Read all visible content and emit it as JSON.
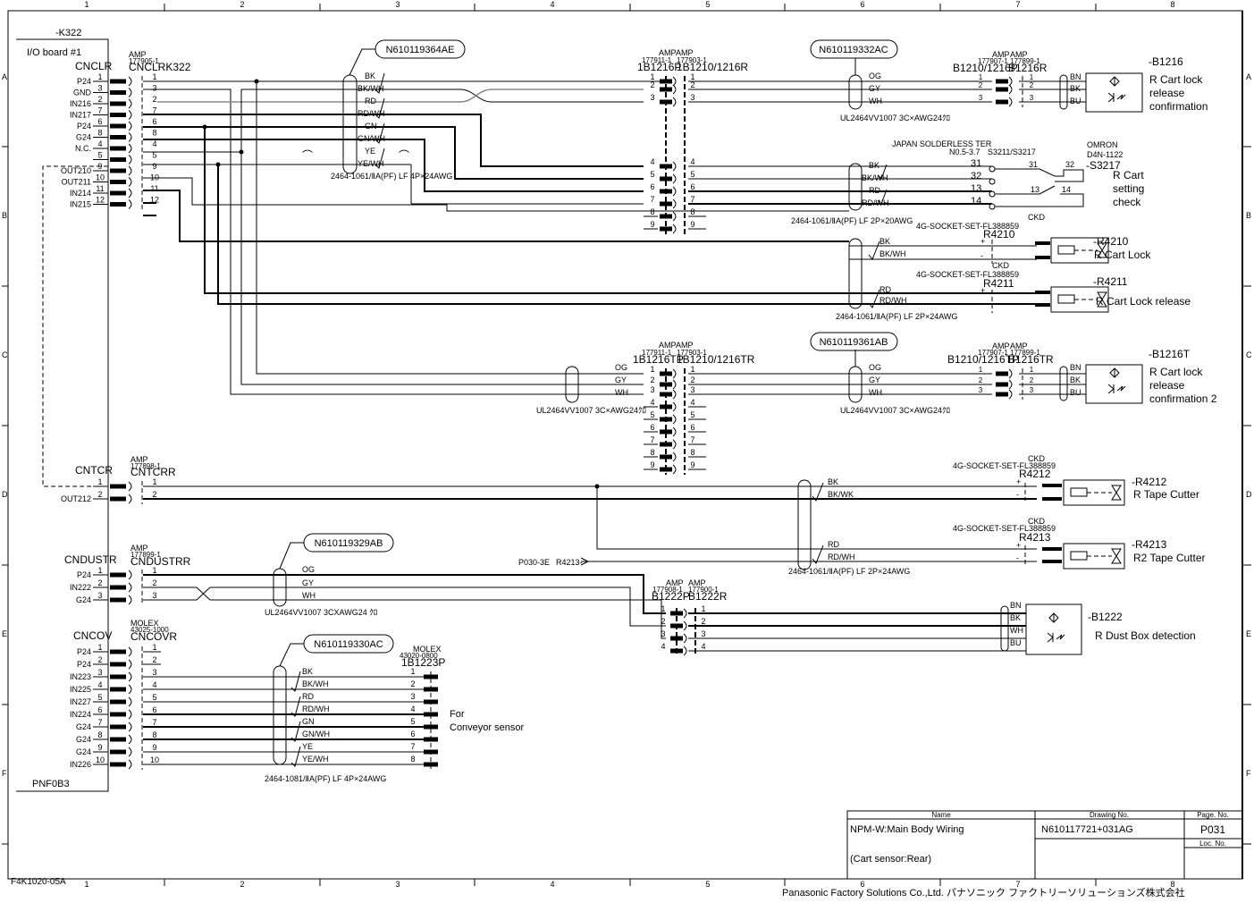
{
  "frame": {
    "columns": [
      "1",
      "2",
      "3",
      "4",
      "5",
      "6",
      "7",
      "8"
    ],
    "rows": [
      "A",
      "B",
      "C",
      "D",
      "E",
      "F"
    ],
    "form_code": "F4K1020-05A",
    "company": "Panasonic Factory Solutions Co.,Ltd. パナソニック ファクトリーソリューションズ株式会社"
  },
  "board": {
    "ref": "-K322",
    "name": "I/O board  #1",
    "part": "PNF0B3"
  },
  "cnclr": {
    "name": "CNCLR",
    "mfr": "AMP",
    "part_no": "177905-1",
    "mate": "CNCLRK322",
    "pins": [
      {
        "sig": "P24",
        "n": "1"
      },
      {
        "sig": "GND",
        "n": "3"
      },
      {
        "sig": "IN216",
        "n": "2"
      },
      {
        "sig": "IN217",
        "n": "7"
      },
      {
        "sig": "P24",
        "n": "6"
      },
      {
        "sig": "G24",
        "n": "8"
      },
      {
        "sig": "N.C.",
        "n": "4"
      },
      {
        "sig": "",
        "n": "5"
      },
      {
        "sig": "OUT210",
        "n": "9"
      },
      {
        "sig": "OUT211",
        "n": "10"
      },
      {
        "sig": "IN214",
        "n": "11"
      },
      {
        "sig": "IN215",
        "n": "12"
      }
    ]
  },
  "cable_364": {
    "id": "N610119364AE",
    "wires": [
      "BK",
      "BK/WH",
      "RD",
      "RD/WH",
      "GN",
      "GN/WH",
      "YE",
      "YE/WH"
    ],
    "spec": "2464-1061/ⅡA(PF) LF 4P×24AWG"
  },
  "conn_1b1216": {
    "mfr_p": "AMP",
    "part_p": "177911-1",
    "name_p": "1B1216P",
    "mfr_r": "AMP",
    "part_r": "177903-1",
    "name_r": "1B1210/1216R",
    "pins": [
      "1",
      "2",
      "3",
      "4",
      "5",
      "6",
      "7",
      "8",
      "9"
    ]
  },
  "cable_332": {
    "id": "N610119332AC",
    "wires": [
      "OG",
      "GY",
      "WH"
    ],
    "spec": "UL2464VV1007 3C×AWG24ｸﾛ"
  },
  "conn_b1216": {
    "mfr_p": "AMP",
    "part_p": "177907-1",
    "name_p": "B1210/1216P",
    "mfr_r": "AMP",
    "part_r": "177899-1",
    "name_r": "B1216R",
    "pins": [
      "1",
      "2",
      "3"
    ],
    "sensor_wires": [
      "BN",
      "BK",
      "BU"
    ]
  },
  "sensor_b1216": {
    "ref": "-B1216",
    "desc1": "R Cart lock",
    "desc2": "release",
    "desc3": "confirmation"
  },
  "switch_s3217": {
    "terminal_mfr": "JAPAN SOLDERLESS TER",
    "terminal_part": "N0.5-3.7",
    "conn_name": "S3211/S3217",
    "terms": [
      "31",
      "32",
      "13",
      "14"
    ],
    "wires": [
      "BK",
      "BK/WH",
      "RD",
      "RD/WH"
    ],
    "spec": "2464-1061/ⅡA(PF) LF 2P×20AWG",
    "mfr": "OMRON",
    "model": "D4N-1122",
    "ref": "-S3217",
    "desc1": "R Cart",
    "desc2": "setting",
    "desc3": "check",
    "contact_a": "31",
    "contact_b": "32",
    "contact_c": "13",
    "contact_d": "14"
  },
  "valve_r4210": {
    "mfr": "CKD",
    "socket": "4G-SOCKET-SET-FL388859",
    "conn": "R4210",
    "wires": [
      "BK",
      "BK/WH"
    ],
    "ref": "-R4210",
    "desc": "R Cart Lock"
  },
  "valve_r4211": {
    "mfr": "CKD",
    "socket": "4G-SOCKET-SET-FL388859",
    "conn": "R4211",
    "wires": [
      "RD",
      "RD/WH"
    ],
    "ref": "-R4211",
    "desc": "R Cart Lock release",
    "spec": "2464-1061/ⅡA(PF) LF 2P×24AWG"
  },
  "polarity": {
    "plus": "+",
    "minus": "-"
  },
  "cable_left_c": {
    "wires": [
      "OG",
      "GY",
      "WH"
    ],
    "spec": "UL2464VV1007 3C×AWG24ｸﾛ"
  },
  "conn_1b1216t": {
    "mfr_p": "AMP",
    "part_p": "177911-1",
    "name_p": "1B1216TP",
    "mfr_r": "AMP",
    "part_r": "177903-1",
    "name_r": "1B1210/1216TR",
    "pins": [
      "1",
      "2",
      "3",
      "4",
      "5",
      "6",
      "7",
      "8",
      "9"
    ]
  },
  "cable_361": {
    "id": "N610119361AB",
    "wires": [
      "OG",
      "GY",
      "WH"
    ],
    "spec": "UL2464VV1007 3C×AWG24ｸﾛ"
  },
  "conn_b1216t": {
    "mfr_p": "AMP",
    "part_p": "177907-1",
    "name_p": "B1210/1216TP",
    "mfr_r": "AMP",
    "part_r": "177899-1",
    "name_r": "B1216TR",
    "pins": [
      "1",
      "2",
      "3"
    ],
    "sensor_wires": [
      "BN",
      "BK",
      "BU"
    ]
  },
  "sensor_b1216t": {
    "ref": "-B1216T",
    "desc1": "R Cart lock",
    "desc2": "release",
    "desc3": "confirmation 2"
  },
  "cntcr": {
    "name": "CNTCR",
    "mfr": "AMP",
    "part_no": "177898-1",
    "mate": "CNTCRR",
    "pins": [
      {
        "sig": "",
        "n": "1"
      },
      {
        "sig": "OUT212",
        "n": "2"
      }
    ]
  },
  "valve_r4212": {
    "mfr": "CKD",
    "socket": "4G-SOCKET-SET-FL388859",
    "conn": "R4212",
    "wires": [
      "BK",
      "BK/WK"
    ],
    "ref": "-R4212",
    "desc": "R Tape Cutter"
  },
  "valve_r4213": {
    "mfr": "CKD",
    "socket": "4G-SOCKET-SET-FL388859",
    "conn": "R4213",
    "wires": [
      "RD",
      "RD/WH"
    ],
    "ref": "-R4213",
    "desc": "R2 Tape Cutter",
    "spec": "2464-1061/ⅡA(PF) LF 2P×24AWG"
  },
  "offpage_ref": {
    "page": "P030-3E",
    "signal": "R4213-"
  },
  "cndustr": {
    "name": "CNDUSTR",
    "mfr": "AMP",
    "part_no": "177899-1",
    "mate": "CNDUSTRR",
    "pins": [
      {
        "sig": "P24",
        "n": "1"
      },
      {
        "sig": "IN222",
        "n": "2"
      },
      {
        "sig": "G24",
        "n": "3"
      }
    ]
  },
  "cable_329": {
    "id": "N610119329AB",
    "wires": [
      "OG",
      "GY",
      "WH"
    ],
    "spec": "UL2464VV1007 3CXAWG24 ｸﾛ"
  },
  "conn_b1222": {
    "mfr_p": "AMP",
    "part_p": "177908-1",
    "name_p": "B1222P",
    "mfr_r": "AMP",
    "part_r": "177900-1",
    "name_r": "B1222R",
    "pins": [
      "1",
      "2",
      "3",
      "4"
    ],
    "sensor_wires": [
      "BN",
      "BK",
      "WH",
      "BU"
    ]
  },
  "sensor_b1222": {
    "ref": "-B1222",
    "desc": "R Dust Box detection"
  },
  "cncov": {
    "name": "CNCOV",
    "mfr": "MOLEX",
    "part_no": "43025-1000",
    "mate": "CNCOVR",
    "pins": [
      {
        "sig": "P24",
        "n": "1"
      },
      {
        "sig": "P24",
        "n": "2"
      },
      {
        "sig": "IN223",
        "n": "3"
      },
      {
        "sig": "IN225",
        "n": "4"
      },
      {
        "sig": "IN227",
        "n": "5"
      },
      {
        "sig": "IN224",
        "n": "6"
      },
      {
        "sig": "G24",
        "n": "7"
      },
      {
        "sig": "G24",
        "n": "8"
      },
      {
        "sig": "G24",
        "n": "9"
      },
      {
        "sig": "IN226",
        "n": "10"
      }
    ]
  },
  "cable_330": {
    "id": "N610119330AC",
    "wires": [
      "BK",
      "BK/WH",
      "RD",
      "RD/WH",
      "GN",
      "GN/WH",
      "YE",
      "YE/WH"
    ],
    "spec": "2464-1081/ⅡA(PF) LF 4P×24AWG"
  },
  "conn_1b1223p": {
    "mfr": "MOLEX",
    "part_no": "43020-0800",
    "name": "1B1223P",
    "pins": [
      "1",
      "2",
      "3",
      "4",
      "5",
      "6",
      "7",
      "8"
    ],
    "note1": "For",
    "note2": "Conveyor sensor"
  },
  "title_block": {
    "name_header": "Name",
    "drawing_header": "Drawing No.",
    "page_header": "Page. No.",
    "loc_header": "Loc. No.",
    "name_line1": "NPM-W:Main Body Wiring",
    "name_line2": "(Cart sensor:Rear)",
    "drawing_no": "N610117721+031AG",
    "page_no": "P031",
    "loc_no": ""
  }
}
